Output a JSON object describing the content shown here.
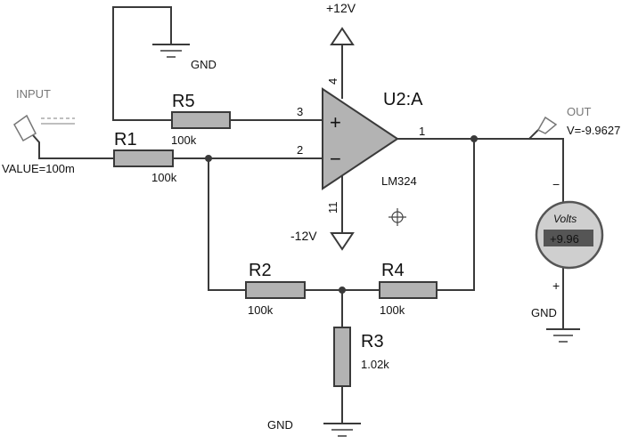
{
  "op_amp": {
    "ref": "U2:A",
    "part": "LM324",
    "plus_sign": "+",
    "minus_sign": "−",
    "pin_noninv": "3",
    "pin_inv": "2",
    "pin_out": "1",
    "pin_vpos": "4",
    "pin_vneg": "11"
  },
  "supply_pos": "+12V",
  "supply_neg": "-12V",
  "input": {
    "title": "INPUT",
    "value": "VALUE=100m"
  },
  "output": {
    "title": "OUT",
    "value": "V=-9.9627"
  },
  "resistors": {
    "r1": {
      "ref": "R1",
      "value": "100k"
    },
    "r2": {
      "ref": "R2",
      "value": "100k"
    },
    "r3": {
      "ref": "R3",
      "value": "1.02k"
    },
    "r4": {
      "ref": "R4",
      "value": "100k"
    },
    "r5": {
      "ref": "R5",
      "value": "100k"
    }
  },
  "voltmeter": {
    "unit": "Volts",
    "reading": "+9.96",
    "minus": "−",
    "plus": "+"
  },
  "grounds": {
    "top": "GND",
    "meter": "GND",
    "bottom": "GND"
  },
  "colors": {
    "wire": "#3a3a3a",
    "resistor_fill": "#b3b3b3",
    "opamp_fill": "#b3b3b3",
    "meter_body": "#cfcfcf",
    "meter_display": "#555555",
    "meter_text": "#ffffff"
  }
}
